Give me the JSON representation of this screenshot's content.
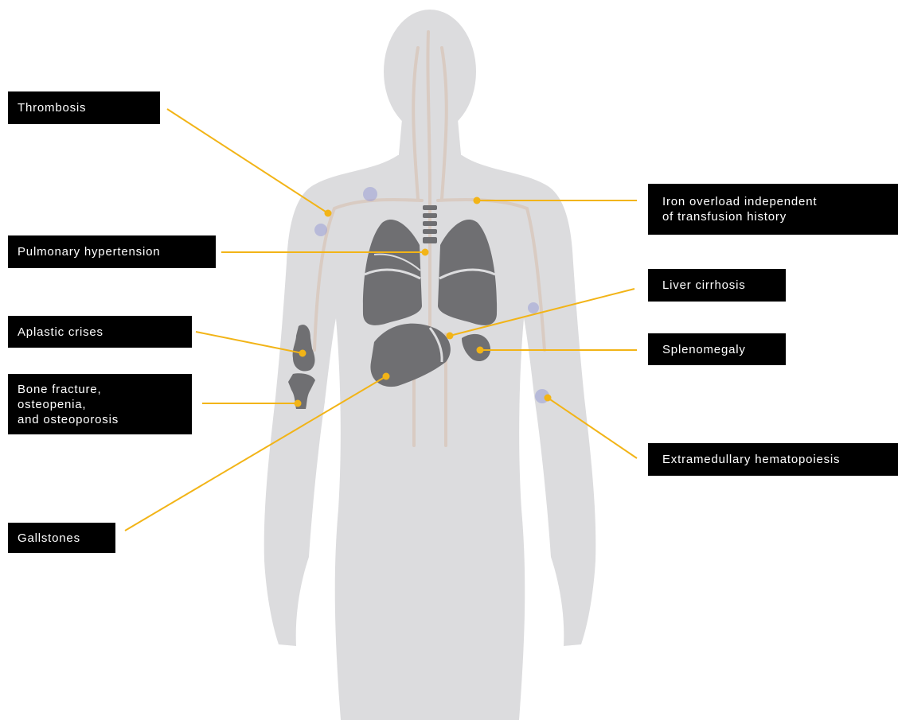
{
  "colors": {
    "body": "#dcdcde",
    "organ": "#6f6f72",
    "vessel": "#d9cbc2",
    "leader": "#f2b417",
    "label_bg": "#000000",
    "label_text": "#ffffff",
    "hotspot": "#9a9fd6"
  },
  "labels": {
    "thrombosis": "Thrombosis",
    "pulmonary_hypertension": "Pulmonary hypertension",
    "aplastic_crises": "Aplastic crises",
    "bone_fracture": "Bone fracture,\nosteopenia,\nand osteoporosis",
    "gallstones": "Gallstones",
    "iron_overload": "Iron overload independent\nof transfusion history",
    "liver_cirrhosis": "Liver cirrhosis",
    "splenomegaly": "Splenomegaly",
    "extramedullary_hematopoiesis": "Extramedullary hematopoiesis"
  }
}
